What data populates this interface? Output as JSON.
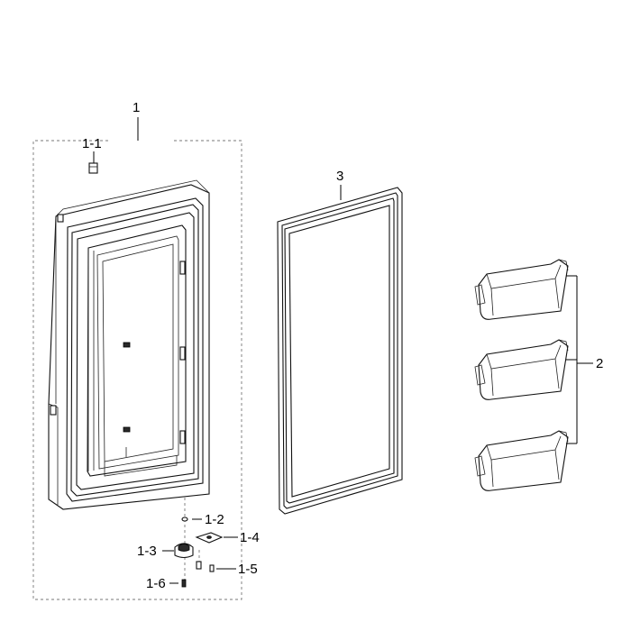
{
  "labels": {
    "door_assembly": "1",
    "stopper": "1-1",
    "washer": "1-2",
    "hinge_cap": "1-3",
    "hinge_plate": "1-4",
    "screw_a": "1-5",
    "screw_b": "1-6",
    "door_bins": "2",
    "gasket": "3"
  }
}
